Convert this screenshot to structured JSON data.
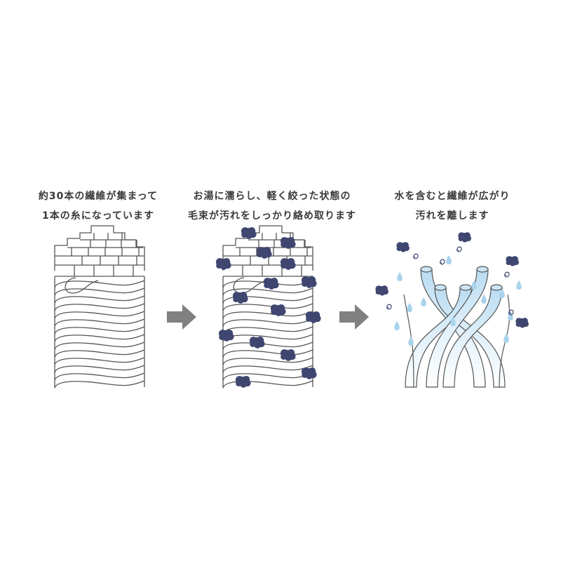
{
  "panels": [
    {
      "caption_lines": [
        "約30本の繊維が集まって",
        "1本の糸になっています"
      ]
    },
    {
      "caption_lines": [
        "お湯に濡らし、軽く絞った状態の",
        "毛束が汚れをしっかり絡め取ります"
      ]
    },
    {
      "caption_lines": [
        "水を含むと繊維が広がり",
        "汚れを離します"
      ]
    }
  ],
  "colors": {
    "line": "#555555",
    "dirt": "#3f4670",
    "water": "#a8d3ec",
    "arrow": "#808080",
    "fiber_fill": "#dceefa"
  },
  "icons": {
    "arrow": "right-arrow-icon",
    "dirt": "dirt-blob-icon",
    "drop": "water-drop-icon"
  }
}
